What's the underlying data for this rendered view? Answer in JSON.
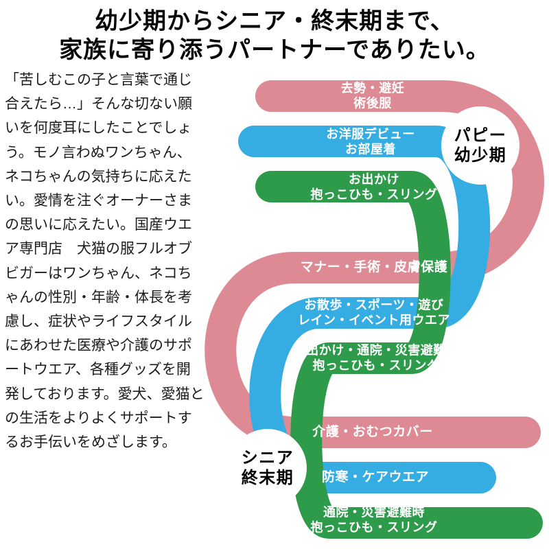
{
  "title": {
    "line1": "幼少期からシニア・終末期まで、",
    "line2": "家族に寄り添うパートナーでありたい。"
  },
  "intro": {
    "text": "「苦しむこの子と言葉で通じ合えたら…」そんな切ない願いを何度耳にしたことでしょう。モノ言わぬワンちゃん、ネコちゃんの気持ちに応えたい。愛情を注ぐオーナーさまの思いに応えたい。国産ウエア専門店　犬猫の服フルオブビガーはワンちゃん、ネコちゃんの性別・年齢・体長を考慮し、症状やライフスタイルにあわせた医療や介護のサポートウエア、各種グッズを開発しております。愛犬、愛猫との生活をよりよくサポートするお手伝いをめざします。"
  },
  "colors": {
    "pink": "#de8a94",
    "blue": "#35ade3",
    "green": "#2e9b4b",
    "circle": "#ffffff"
  },
  "stages": {
    "puppy": {
      "line1": "パピー",
      "line2": "幼少期"
    },
    "senior": {
      "line1": "シニア",
      "line2": "終末期"
    }
  },
  "ribbon": {
    "top": {
      "pink": {
        "l1": "去勢・避妊",
        "l2": "術後服"
      },
      "blue": {
        "l1": "お洋服デビュー",
        "l2": "お部屋着"
      },
      "green": {
        "l1": "お出かけ",
        "l2": "抱っこひも・スリング"
      }
    },
    "middle": {
      "pink": {
        "l1": "マナー・手術・皮膚保護"
      },
      "blue": {
        "l1": "お散歩・スポーツ・遊び",
        "l2": "レイン・イベント用ウエア"
      },
      "green": {
        "l1": "お出かけ・通院・災害避難時",
        "l2": "抱っこひも・スリング"
      }
    },
    "bottom": {
      "pink": {
        "l1": "介護・おむつカバー"
      },
      "blue": {
        "l1": "防寒・ケアウエア"
      },
      "green": {
        "l1": "通院・災害避難時",
        "l2": "抱っこひも・スリング"
      }
    }
  }
}
